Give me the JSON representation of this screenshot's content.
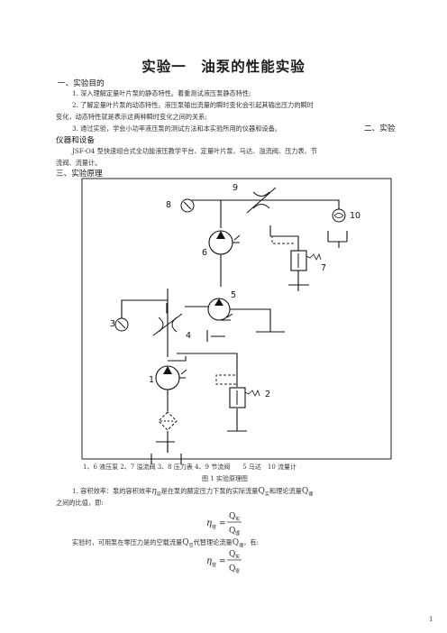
{
  "title": "实验一　油泵的性能实验",
  "sec1": {
    "heading": "一、实验目的",
    "items": [
      "1. 深入理解定量叶片泵的静态特性。着重测试液压泵静态特性;",
      "2. 了解定量叶片泵的动态特性。液压泵输出流量的瞬时变化会引起其输出压力的瞬时",
      "变化，动态特性就是表示这两种瞬时变化之间的关系;",
      "3. 通过实验，学会小功率液压泵的测试方法和本实验所用的仪器和设备。"
    ],
    "inline_heading": "二、实验"
  },
  "sec2": {
    "heading_cont": "仪器和设备",
    "line1": "JSF-O4 型快速组合式全功能液压教学平台、定量叶片泵、马达、溢流阀、压力表、节",
    "line2": "流阀、流量计。"
  },
  "sec3": {
    "heading": "三、实验原理"
  },
  "diagram": {
    "labels": [
      "1",
      "2",
      "3",
      "4",
      "5",
      "6",
      "7",
      "8",
      "9",
      "10"
    ]
  },
  "caption": {
    "legend": "1、6 液压泵 2、7 溢流阀 3、8 压力表 4、9 节流阀　　5 马达　10 流量计",
    "figure": "图 1 实验原理图"
  },
  "text": {
    "p1a": "1. 容积效率：泵的容积效率",
    "p1b": "是在泵的额定压力下泵的实际流量",
    "p1c": "和理论流量",
    "p1d": "之间的比值，即:",
    "p2a": "实验时，可用泵在零压力是的空载流量",
    "p2b": "代替理论流量",
    "p2c": "，有:"
  },
  "formula": {
    "eta": "η",
    "eta_sub": "容",
    "q": "Q",
    "q_shi": "实",
    "q_li": "理",
    "q_kong": "空",
    "q_ling": "零",
    "eq": "="
  },
  "page_number": "1"
}
